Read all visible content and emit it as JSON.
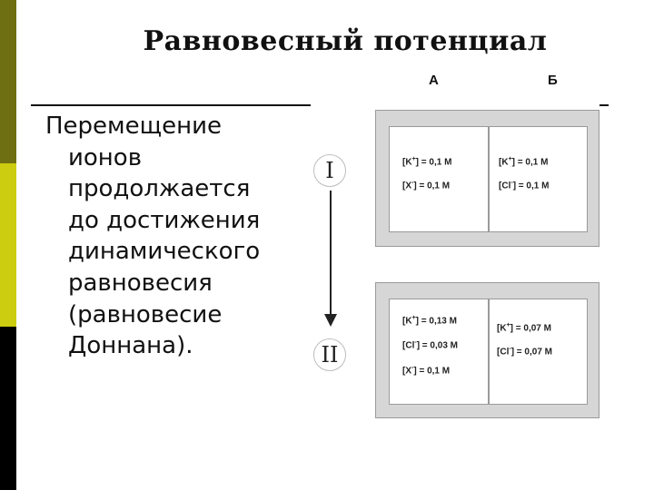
{
  "slide": {
    "title": "Равновесный потенциал",
    "body_lines": [
      "Перемещение",
      "ионов",
      "продолжается",
      "до достижения",
      "динамического",
      "равновесия",
      "(равновесие",
      "Доннана)."
    ]
  },
  "figure": {
    "column_a": "А",
    "column_b": "Б",
    "state_1": "I",
    "state_2": "II",
    "panel_1": {
      "a": [
        "K",
        "X"
      ],
      "a_charges": [
        "+",
        "-"
      ],
      "a_values": [
        "] = 0,1 М",
        "] = 0,1 М"
      ],
      "b": [
        "K",
        "Cl"
      ],
      "b_charges": [
        "+",
        "-"
      ],
      "b_values": [
        "] = 0,1 М",
        "] = 0,1 М"
      ]
    },
    "panel_2": {
      "a": [
        "K",
        "Cl",
        "X"
      ],
      "a_charges": [
        "+",
        "-",
        "-"
      ],
      "a_values": [
        "] = 0,13 М",
        "] = 0,03 М",
        "] = 0,1 М"
      ],
      "b": [
        "K",
        "Cl"
      ],
      "b_charges": [
        "+",
        "-"
      ],
      "b_values": [
        "] = 0,07 М",
        "] = 0,07 М"
      ]
    }
  },
  "colors": {
    "bar_top": "#6e6e12",
    "bar_middle": "#cccc10",
    "bar_bottom": "#000000",
    "vessel": "#d6d6d6"
  }
}
